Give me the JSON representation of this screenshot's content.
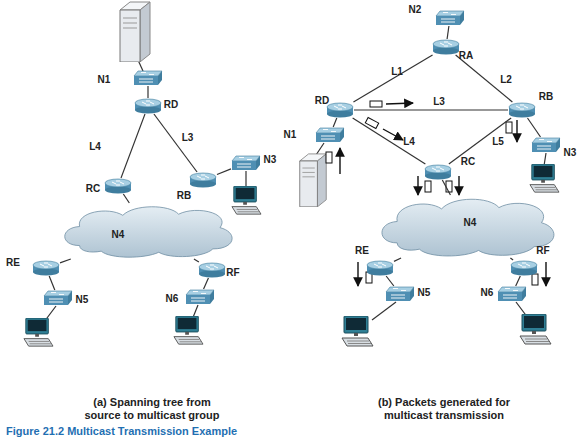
{
  "diagram": {
    "caption": "Figure 21.2 Multicast Transmission Example",
    "nodes": [
      {
        "text": [
          "N1"
        ]
      },
      {
        "text": [
          "RD"
        ]
      },
      {
        "text": [
          "RC"
        ]
      },
      {
        "text": [
          "RB"
        ]
      },
      {
        "text": [
          "N3"
        ]
      },
      {
        "text": [
          "N4"
        ]
      },
      {
        "text": [
          "RE"
        ]
      },
      {
        "text": [
          "RF"
        ]
      },
      {
        "text": [
          "N5"
        ]
      },
      {
        "text": [
          "N6"
        ]
      },
      {
        "text": [
          "N2"
        ]
      },
      {
        "text": [
          "RA"
        ]
      },
      {
        "text": [
          "RD"
        ]
      },
      {
        "text": [
          "RB"
        ]
      },
      {
        "text": [
          "N1"
        ]
      },
      {
        "text": [
          "RC"
        ]
      },
      {
        "text": [
          "N3"
        ]
      },
      {
        "text": [
          "N4"
        ]
      },
      {
        "text": [
          "RE"
        ]
      },
      {
        "text": [
          "RF"
        ]
      },
      {
        "text": [
          "N5"
        ]
      },
      {
        "text": [
          "N6"
        ]
      }
    ],
    "edges": [
      {
        "from": 0,
        "to": 1,
        "arrow": "none"
      },
      {
        "from": 1,
        "to": 2,
        "label": "L4",
        "arrow": "none"
      },
      {
        "from": 1,
        "to": 3,
        "label": "L3",
        "arrow": "none"
      },
      {
        "from": 3,
        "to": 4,
        "arrow": "none"
      },
      {
        "from": 2,
        "to": 5,
        "arrow": "none"
      },
      {
        "from": 5,
        "to": 6,
        "arrow": "none"
      },
      {
        "from": 5,
        "to": 7,
        "arrow": "none"
      },
      {
        "from": 6,
        "to": 8,
        "arrow": "none"
      },
      {
        "from": 7,
        "to": 9,
        "arrow": "none"
      },
      {
        "from": 10,
        "to": 11,
        "arrow": "none"
      },
      {
        "from": 11,
        "to": 12,
        "label": "L1",
        "arrow": "none"
      },
      {
        "from": 11,
        "to": 13,
        "label": "L2",
        "arrow": "none"
      },
      {
        "from": 12,
        "to": 13,
        "label": "L3",
        "arrow": "none"
      },
      {
        "from": 12,
        "to": 14,
        "arrow": "none"
      },
      {
        "from": 12,
        "to": 15,
        "label": "L4",
        "arrow": "none"
      },
      {
        "from": 13,
        "to": 15,
        "label": "L5",
        "arrow": "none"
      },
      {
        "from": 13,
        "to": 16,
        "arrow": "none"
      },
      {
        "from": 15,
        "to": 17,
        "arrow": "none"
      },
      {
        "from": 17,
        "to": 18,
        "arrow": "none"
      },
      {
        "from": 17,
        "to": 19,
        "arrow": "none"
      },
      {
        "from": 18,
        "to": 20,
        "arrow": "none"
      },
      {
        "from": 19,
        "to": 21,
        "arrow": "none"
      }
    ],
    "labels": [
      "(a) Spanning tree from source to multicast group",
      "(b) Packets generated for multicast transmission"
    ]
  }
}
